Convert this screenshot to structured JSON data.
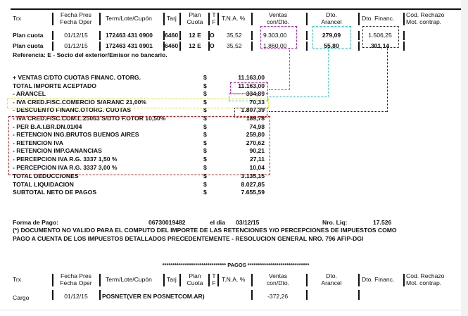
{
  "headers": {
    "trx": "Trx",
    "fecha1": "Fecha Pres",
    "fecha2": "Fecha Oper",
    "term": "Term/Lote/Cupón",
    "tarj": "Tarj",
    "plan1": "Plan",
    "plan2": "Cuota",
    "tf1": "T",
    "tf2": "F",
    "tna": "T.N.A. %",
    "ventas1": "Ventas",
    "ventas2": "con/Dto.",
    "aran1": "Dto.",
    "aran2": "Arancel",
    "financ": "Dto. Financ.",
    "cod1": "Cod. Rechazo",
    "cod2": "Mot. contrap."
  },
  "rows": [
    {
      "trx": "Plan cuota",
      "fecha": "01/12/15",
      "term": "172463 431 0900",
      "tarj": "6460",
      "plan": "12 E",
      "tf": "O",
      "tna": "35,52",
      "ventas": "9.303,00",
      "arancel": "279,09",
      "financ": "1.506,25"
    },
    {
      "trx": "Plan cuota",
      "fecha": "01/12/15",
      "term": "172463 431 0901",
      "tarj": "6460",
      "plan": "12 E",
      "tf": "O",
      "tna": "35,52",
      "ventas": "1.860,00",
      "arancel": "55,80",
      "financ": "301,14"
    }
  ],
  "referencia": "Referencia: E - Socio del exterior/Emisor no bancario.",
  "currency": "$",
  "summary": [
    {
      "label": "+ VENTAS C/DTO CUOTAS FINANC. OTORG.",
      "value": "11.163,00"
    },
    {
      "label": "TOTAL IMPORTE ACEPTADO",
      "value": "11.163,00"
    },
    {
      "label": "- ARANCEL",
      "value": "334,89"
    },
    {
      "label": "- IVA CRED.FISC.COMERCIO S/ARANC 21,00%",
      "value": "70,33"
    },
    {
      "label": "- DESCUENTO FINANC.OTORG. CUOTAS",
      "value": "1.807,39"
    },
    {
      "label": "- IVA CRED.FISC.COM.L.25063 S/DTO F.OTOR 10,50%",
      "value": "189,78"
    },
    {
      "label": "- PER B.A.I.BR.DN.01/04",
      "value": "74,98"
    },
    {
      "label": "- RETENCION ING.BRUTOS BUENOS AIRES",
      "value": "259,80"
    },
    {
      "label": "- RETENCION IVA",
      "value": "270,62"
    },
    {
      "label": "- RETENCION IMP.GANANCIAS",
      "value": "90,21"
    },
    {
      "label": "- PERCEPCION IVA R.G. 3337 1,50 %",
      "value": "27,11"
    },
    {
      "label": "- PERCEPCION IVA R.G. 3337 3,00 %",
      "value": "10,04"
    },
    {
      "label": "TOTAL DEDUCCIONES",
      "value": "3.135,15"
    },
    {
      "label": "TOTAL LIQUIDACION",
      "value": "8.027,85"
    },
    {
      "label": "SUBTOTAL NETO DE PAGOS",
      "value": "7.655,59"
    }
  ],
  "payment": {
    "label": "Forma de Pago:",
    "number": "06730019482",
    "el_dia": "el dia",
    "date": "03/12/15",
    "liq_label": "Nro. Liq:",
    "liq": "17.526"
  },
  "note1": "(*) DOCUMENTO NO VALIDO PARA EL COMPUTO DEL IMPORTE DE LAS RETENCIONES Y/O PERCEPCIONES DE IMPUESTOS COMO",
  "note2": "PAGO A CUENTA DE LOS IMPUESTOS DETALLADOS PRECEDENTEMENTE - RESOLUCION GENERAL NRO. 796 AFIP-DGI",
  "pagos_title": "******************************* PAGOS ******************************",
  "pago_row": {
    "trx": "Cargo",
    "fecha": "01/12/15",
    "desc": "POSNET(VER EN POSNETCOM.AR)",
    "ventas": "-372,26"
  },
  "colors": {
    "magenta": "#c020c0",
    "cyan": "#20c8d8",
    "yellow": "#e8e020",
    "red": "#c01818"
  }
}
